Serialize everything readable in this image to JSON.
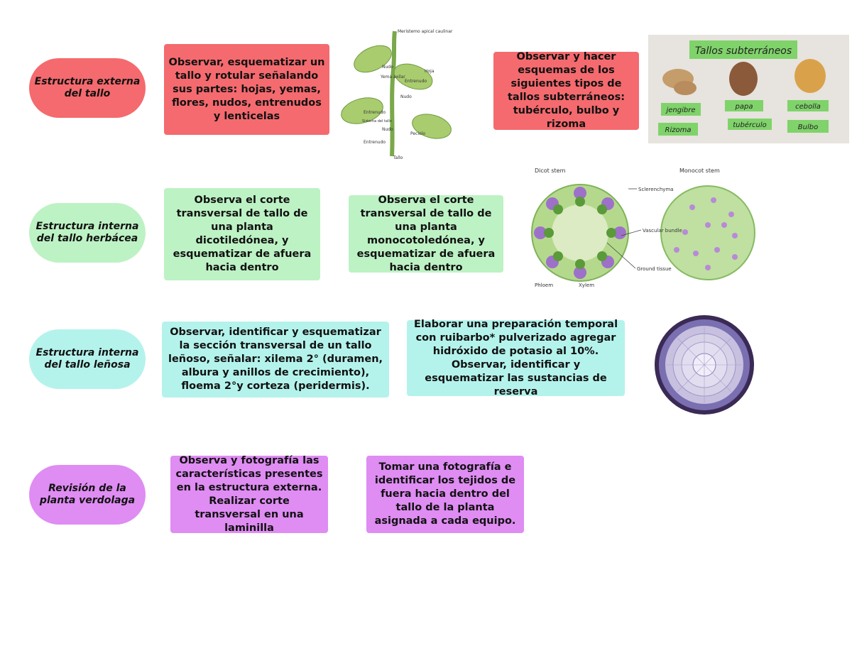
{
  "rows": [
    {
      "label": "Estructura externa del tallo",
      "color": "#f46a6e",
      "boxes": [
        "Observar, esquematizar un tallo y rotular señalando sus partes: hojas, yemas, flores, nudos, entrenudos y lenticelas",
        "Observar y hacer esquemas de los siguientes tipos de tallos subterráneos: tubérculo, bulbo y rizoma"
      ]
    },
    {
      "label": "Estructura interna del tallo herbácea",
      "color": "#bdf2c4",
      "boxes": [
        "Observa el corte transversal de tallo de una planta dicotiledónea, y esquematizar de afuera hacia dentro",
        "Observa el corte transversal de tallo de una planta monocotoledónea, y esquematizar de afuera hacia dentro"
      ]
    },
    {
      "label": "Estructura interna del tallo leñosa",
      "color": "#b4f3ec",
      "boxes": [
        "Observar, identificar y esquematizar la sección transversal de un tallo leñoso, señalar: xilema 2° (duramen, albura y anillos de crecimiento), floema 2°y corteza (peridermis).",
        "Elaborar una preparación temporal con ruibarbo* pulverizado agregar hidróxido de potasio al 10%. Observar, identificar y esquematizar las sustancias de reserva"
      ]
    },
    {
      "label": "Revisión de la planta verdolaga",
      "color": "#df8cf3",
      "boxes": [
        "Observa y fotografía las características presentes en la estructura externa. Realizar corte transversal en una laminilla",
        "Tomar una fotografía e identificar los tejidos de fuera hacia dentro del tallo de la planta asignada a cada equipo."
      ]
    }
  ],
  "stem_figure": {
    "labels": [
      "Meristemo apical caulinar",
      "Nudo",
      "Yema axilar",
      "Hoja",
      "Entrenudo",
      "Nudo",
      "Entrenudo",
      "Sistema del tallo",
      "Nudo",
      "Peciolo",
      "Entrenudo",
      "Tallo"
    ]
  },
  "tuber_figure": {
    "title": "Tallos subterráneos",
    "labels": [
      "jengibre",
      "papa",
      "cebolla",
      "Rizoma",
      "tubérculo",
      "Bulbo"
    ]
  },
  "stem_section_figure": {
    "labels": [
      "Dicot stem",
      "Monocot stem",
      "Sclerenchyma",
      "Vascular bundle",
      "Ground tissue",
      "Phloem",
      "Xylem"
    ]
  }
}
